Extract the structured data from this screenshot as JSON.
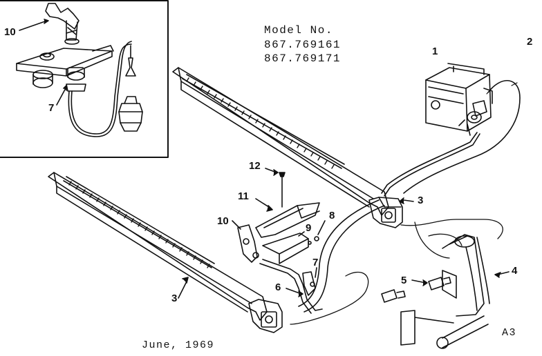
{
  "model": {
    "label": "Model No.",
    "numbers": [
      "867.769161",
      "867.769171"
    ]
  },
  "footer": {
    "date": "June, 1969",
    "code": "A3"
  },
  "callouts": {
    "c1": "1",
    "c2": "2",
    "c3a": "3",
    "c3b": "3",
    "c4": "4",
    "c5": "5",
    "c6": "6",
    "c7": "7",
    "c8": "8",
    "c9": "9",
    "c10": "10",
    "c11": "11",
    "c12": "12",
    "inset_c10": "10",
    "inset_c7": "7"
  },
  "colors": {
    "ink": "#111111",
    "paper": "#ffffff"
  }
}
